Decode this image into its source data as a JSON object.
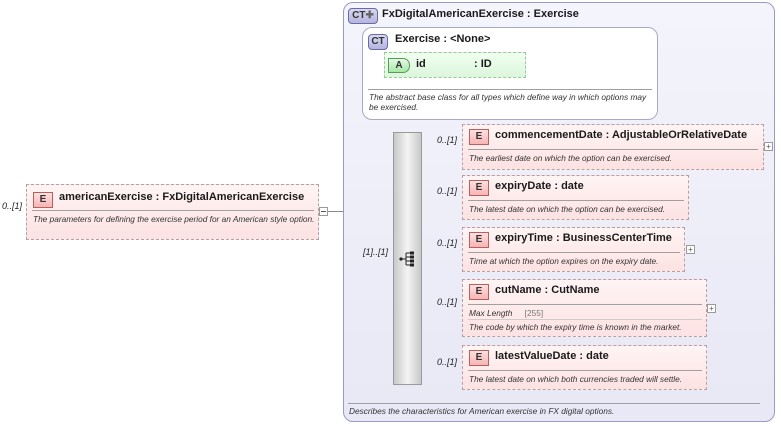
{
  "left_element": {
    "cardinality": "0..[1]",
    "badge": "E",
    "name": "americanExercise",
    "type": "FxDigitalAmericanExercise",
    "doc": "The parameters for defining the exercise period for an American style option."
  },
  "complex_type": {
    "badge": "CT",
    "name": "FxDigitalAmericanExercise",
    "base": "Exercise",
    "doc": "Describes the characteristics for American exercise in FX digital options.",
    "base_type": {
      "badge": "CT",
      "name": "Exercise",
      "type": "<None>",
      "doc": "The abstract base class for all types which define way in which options may be exercised.",
      "attribute": {
        "badge": "A",
        "name": "id",
        "type": "ID"
      }
    },
    "sequence_cardinality": "[1]..[1]",
    "children": [
      {
        "cardinality": "0..[1]",
        "badge": "E",
        "name": "commencementDate",
        "type": "AdjustableOrRelativeDate",
        "doc": "The earliest date on which the option can be exercised."
      },
      {
        "cardinality": "0..[1]",
        "badge": "E",
        "name": "expiryDate",
        "type": "date",
        "doc": "The latest date on which the option can be exercised."
      },
      {
        "cardinality": "0..[1]",
        "badge": "E",
        "name": "expiryTime",
        "type": "BusinessCenterTime",
        "doc": "Time at which the option expires on the expiry date."
      },
      {
        "cardinality": "0..[1]",
        "badge": "E",
        "name": "cutName",
        "type": "CutName",
        "facet_label": "Max Length",
        "facet_value": "[255]",
        "doc": "The code by which the expiry time is known in the market."
      },
      {
        "cardinality": "0..[1]",
        "badge": "E",
        "name": "latestValueDate",
        "type": "date",
        "doc": "The latest date on which both currencies traded will settle."
      }
    ]
  },
  "separator": ":",
  "plus_sign": "+"
}
